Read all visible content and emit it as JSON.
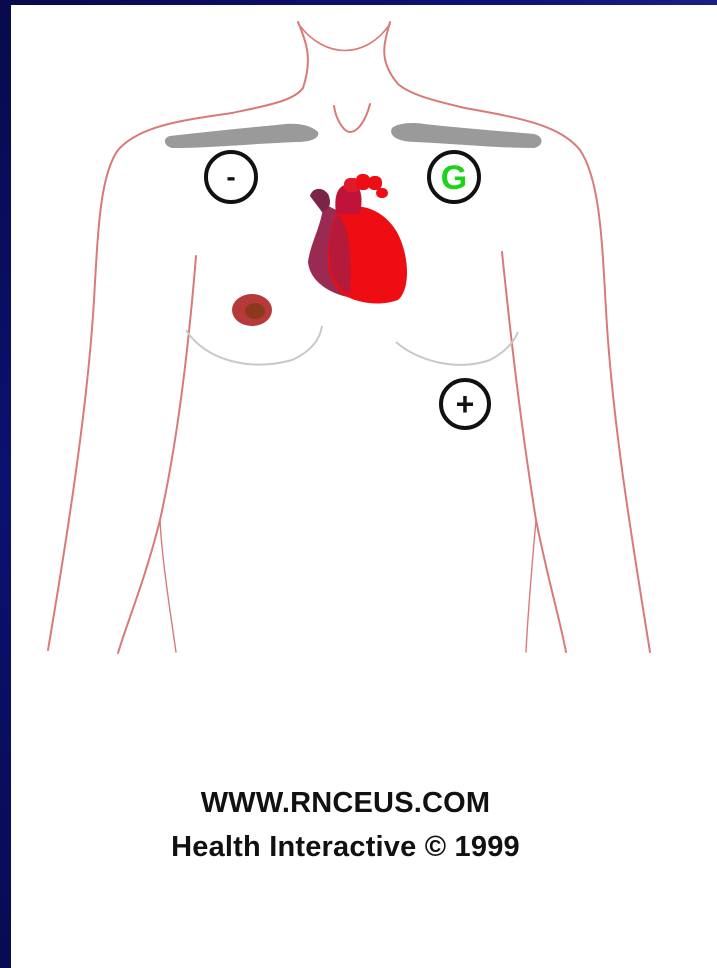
{
  "electrodes": {
    "negative": {
      "symbol": "-",
      "role": "negative electrode"
    },
    "ground": {
      "symbol": "G",
      "role": "ground electrode"
    },
    "positive": {
      "symbol": "+",
      "role": "positive electrode"
    }
  },
  "credits": {
    "site": "WWW.RNCEUS.COM",
    "copyright": "Health Interactive © 1999"
  },
  "colors": {
    "frame": "#0a0e5e",
    "body_outline": "#d97a7a",
    "clavicle": "#9a9a9a",
    "heart_main": "#ee0d12",
    "heart_dark": "#9b2a52",
    "ground_text": "#19d419",
    "electrode_ring": "#111111"
  }
}
